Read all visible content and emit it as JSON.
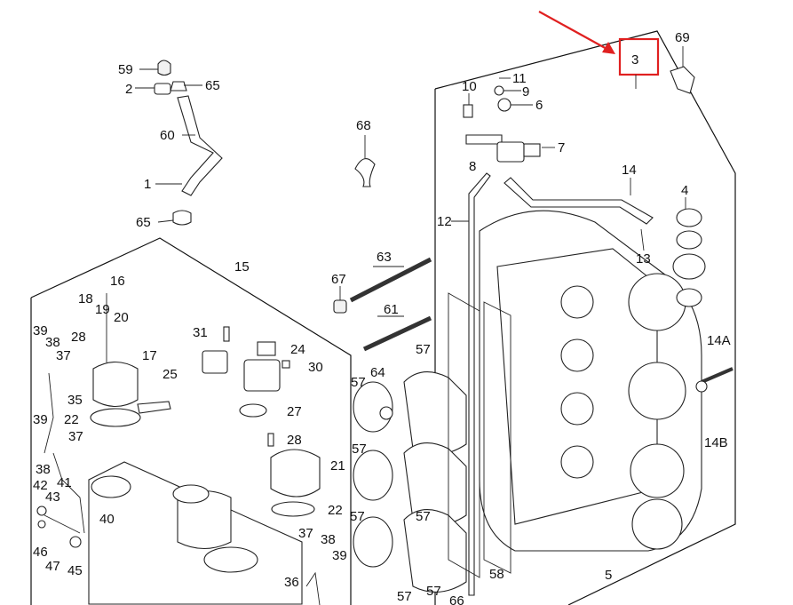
{
  "labels": {
    "p1": "1",
    "p2": "2",
    "p3": "3",
    "p4": "4",
    "p5": "5",
    "p6": "6",
    "p7": "7",
    "p8": "8",
    "p9": "9",
    "p10": "10",
    "p11": "11",
    "p12": "12",
    "p13": "13",
    "p14": "14",
    "p14a": "14A",
    "p14b": "14B",
    "p15": "15",
    "p16": "16",
    "p17": "17",
    "p18": "18",
    "p19": "19",
    "p20": "20",
    "p21": "21",
    "p22a": "22",
    "p22b": "22",
    "p24": "24",
    "p25": "25",
    "p27": "27",
    "p28a": "28",
    "p28b": "28",
    "p30": "30",
    "p31": "31",
    "p35": "35",
    "p36": "36",
    "p37a": "37",
    "p37b": "37",
    "p37c": "37",
    "p38a": "38",
    "p38b": "38",
    "p38c": "38",
    "p39a": "39",
    "p39b": "39",
    "p39c": "39",
    "p40": "40",
    "p41": "41",
    "p42": "42",
    "p43": "43",
    "p45": "45",
    "p46": "46",
    "p47": "47",
    "p57a": "57",
    "p57b": "57",
    "p57c": "57",
    "p57d": "57",
    "p57e": "57",
    "p57f": "57",
    "p57g": "57",
    "p58": "58",
    "p59": "59",
    "p60": "60",
    "p61": "61",
    "p63": "63",
    "p64": "64",
    "p65a": "65",
    "p65b": "65",
    "p66": "66",
    "p67": "67",
    "p68": "68",
    "p69": "69"
  },
  "highlight": {
    "target_label": "3",
    "box_color": "#e02020",
    "arrow_color": "#e02020"
  }
}
